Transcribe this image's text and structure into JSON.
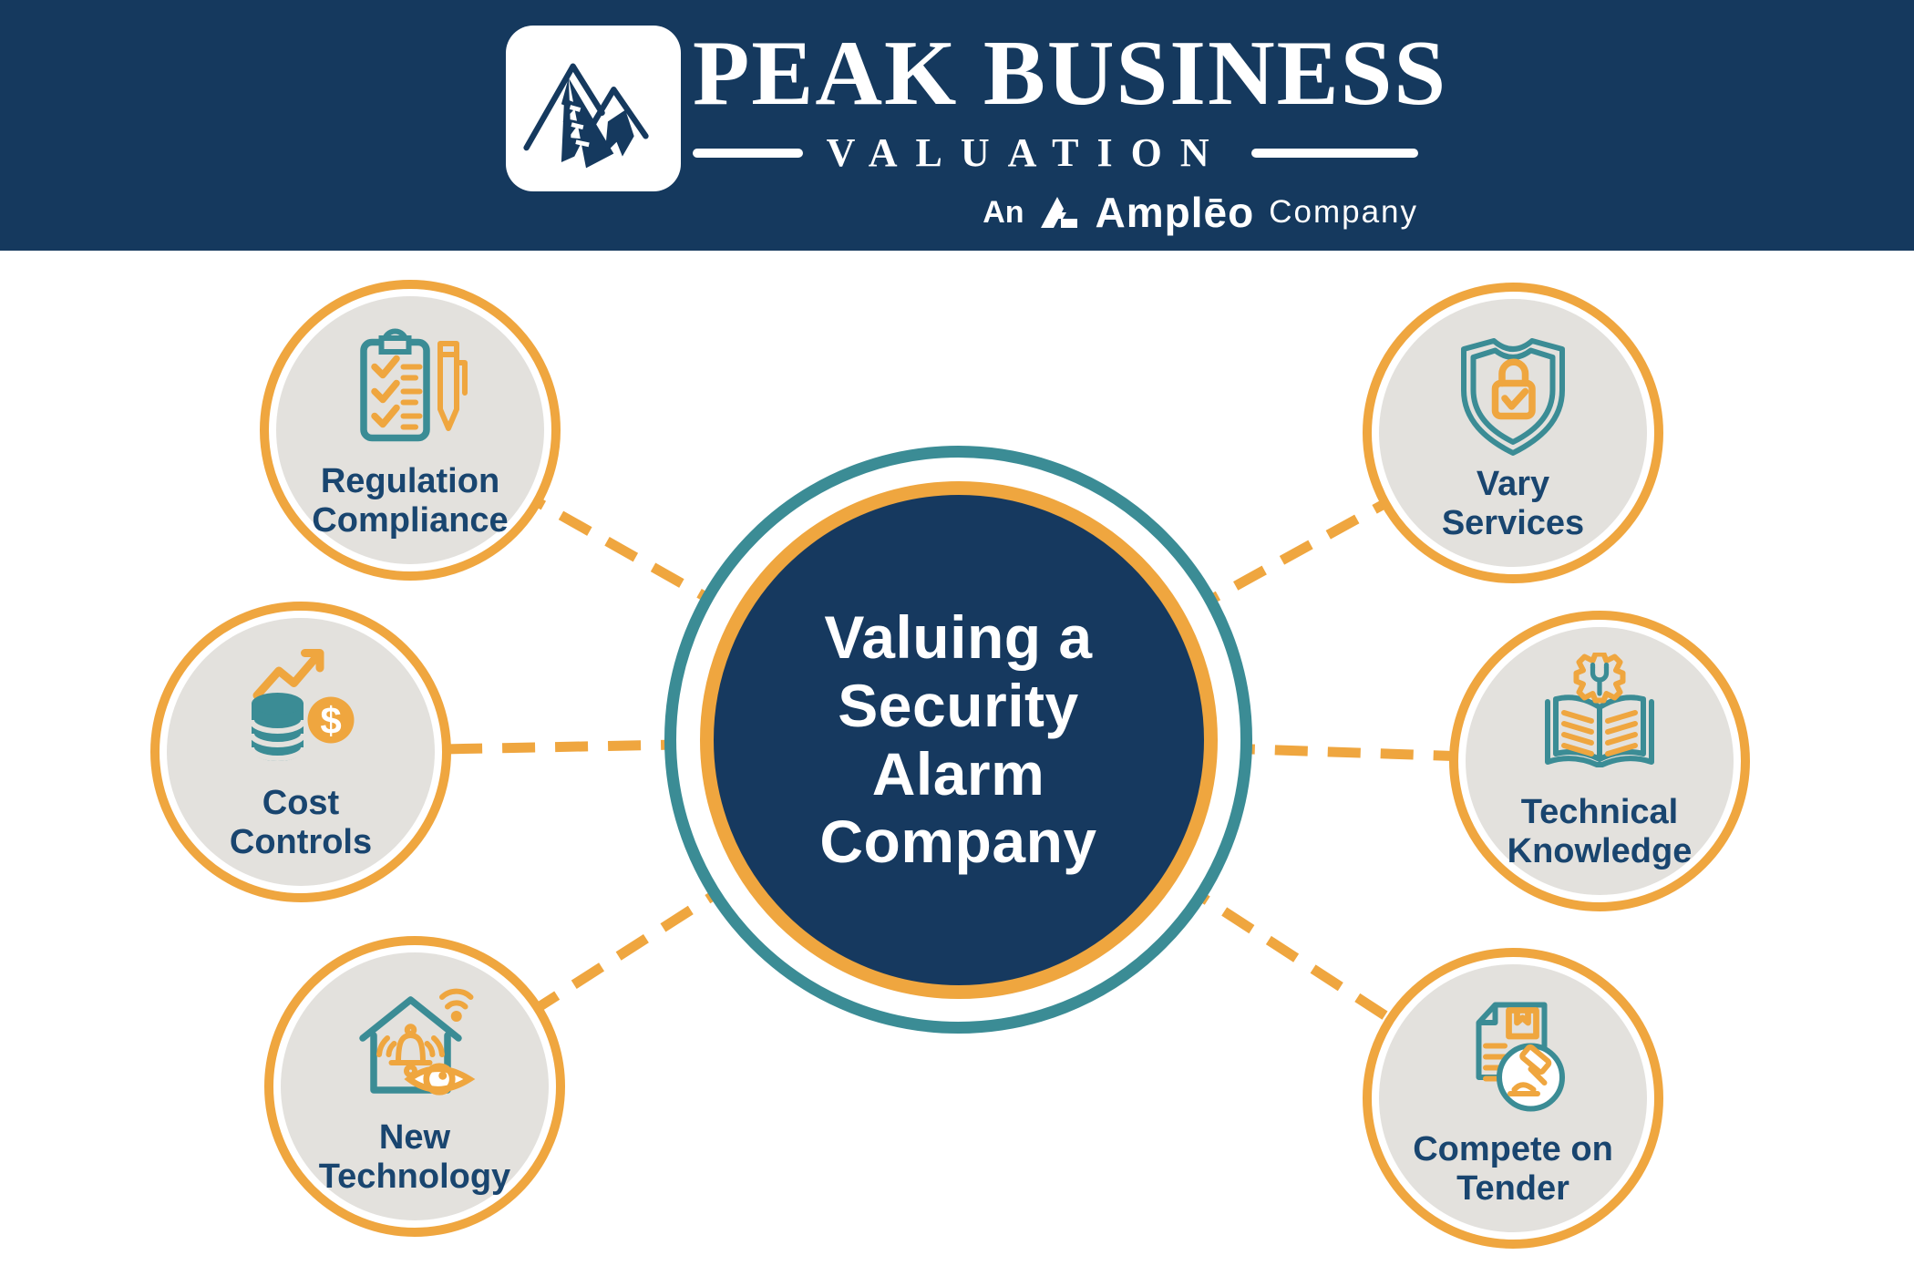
{
  "header": {
    "logo_icon": "mountain-peaks-icon",
    "brand_name": "PEAK BUSINESS",
    "brand_subtitle": "VALUATION",
    "tagline": {
      "prefix": "An",
      "mark_icon": "ampleo-mark-icon",
      "brand": "Amplēo",
      "suffix": "Company"
    }
  },
  "colors": {
    "header_navy": "#15395E",
    "center_navy": "#16395F",
    "orange": "#EFA63F",
    "teal": "#3B8C95",
    "satellite_gray": "#E3E1DD",
    "label_navy": "#19456F",
    "white": "#FFFFFF"
  },
  "diagram": {
    "center": {
      "title": "Valuing a\nSecurity\nAlarm\nCompany"
    },
    "nodes": [
      {
        "id": "regulation-compliance",
        "label": "Regulation\nCompliance",
        "icon": "clipboard-checklist-icon"
      },
      {
        "id": "vary-services",
        "label": "Vary\nServices",
        "icon": "shield-lock-icon"
      },
      {
        "id": "cost-controls",
        "label": "Cost\nControls",
        "icon": "savings-growth-icon"
      },
      {
        "id": "technical-knowledge",
        "label": "Technical\nKnowledge",
        "icon": "book-gear-wrench-icon"
      },
      {
        "id": "new-technology",
        "label": "New\nTechnology",
        "icon": "smart-home-alarm-icon"
      },
      {
        "id": "compete-on-tender",
        "label": "Compete on\nTender",
        "icon": "tender-document-gavel-icon"
      }
    ]
  }
}
